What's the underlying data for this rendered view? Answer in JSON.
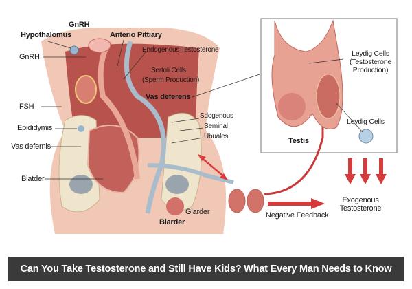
{
  "labels": {
    "gnrh_top": "GnRH",
    "hypothalamus": "Hypothalomus",
    "anterior_pituitary": "Anterio Pittiary",
    "endogenous_testosterone": "Endogenous Testosterone",
    "sertoli_1": "Sertoli Cells",
    "sertoli_2": "(Sperm Production)",
    "vas_deferens": "Vas deferens",
    "gnrh_left": "GnRH",
    "fsh": "FSH",
    "sdogenous": "Sdogenous",
    "seminal": "Seminal",
    "ubuales": "Ubuales",
    "epididymis": "Epididymis",
    "vas_defernis": "Vas defernis",
    "blatder": "Blatder",
    "glarder": "Glarder",
    "blarder": "Blarder",
    "leydig_prod_1": "Leydig Cells",
    "leydig_prod_2": "(Testosterone",
    "leydig_prod_3": "Production)",
    "leydig_cells": "Leydig Cells",
    "testis": "Testis",
    "exogenous_1": "Exogenous",
    "exogenous_2": "Testosterone",
    "negative_feedback": "Negative Feedback"
  },
  "banner": "Can You Take Testosterone and Still Have Kids? What Every Man Needs to Know",
  "colors": {
    "arrow": "#d63a3a",
    "tissue": "#c9655c",
    "skin": "#f1c7b6",
    "bone": "#efe4cc",
    "banner": "#3a3a3a"
  }
}
